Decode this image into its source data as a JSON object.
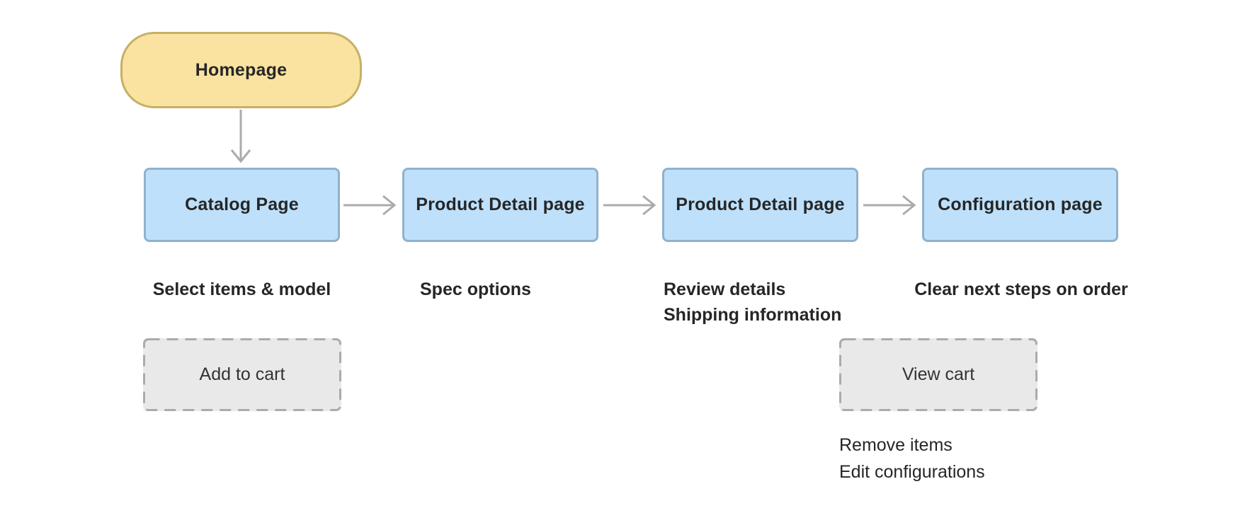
{
  "diagram": {
    "nodes": {
      "homepage": {
        "label": "Homepage",
        "shape": "rounded-terminator"
      },
      "catalog": {
        "label": "Catalog Page",
        "shape": "rectangle"
      },
      "pdp1": {
        "label": "Product Detail page",
        "shape": "rectangle"
      },
      "pdp2": {
        "label": "Product Detail page",
        "shape": "rectangle"
      },
      "config": {
        "label": "Configuration page",
        "shape": "rectangle"
      }
    },
    "connections": [
      "homepage -> catalog",
      "catalog -> pdp1",
      "pdp1 -> pdp2",
      "pdp2 -> config"
    ],
    "notes": {
      "catalog": {
        "text": "Select items & model"
      },
      "pdp1": {
        "text": "Spec options"
      },
      "pdp2": {
        "lines": [
          "Review details",
          "Shipping information"
        ]
      },
      "config": {
        "text": "Clear next steps on order"
      }
    },
    "actions": {
      "add_to_cart": {
        "label": "Add to cart"
      },
      "view_cart": {
        "label": "View cart",
        "sub_items": [
          "Remove items",
          "Edit configurations"
        ]
      }
    }
  },
  "colors": {
    "homepage-fill": "#fae3a0",
    "homepage-border": "#c6b066",
    "page-fill": "#bee0fa",
    "page-border": "#90b2cc",
    "action-fill": "#e9e9e9",
    "action-border": "#ababab",
    "arrow": "#ababab",
    "text-dark": "#262626"
  }
}
